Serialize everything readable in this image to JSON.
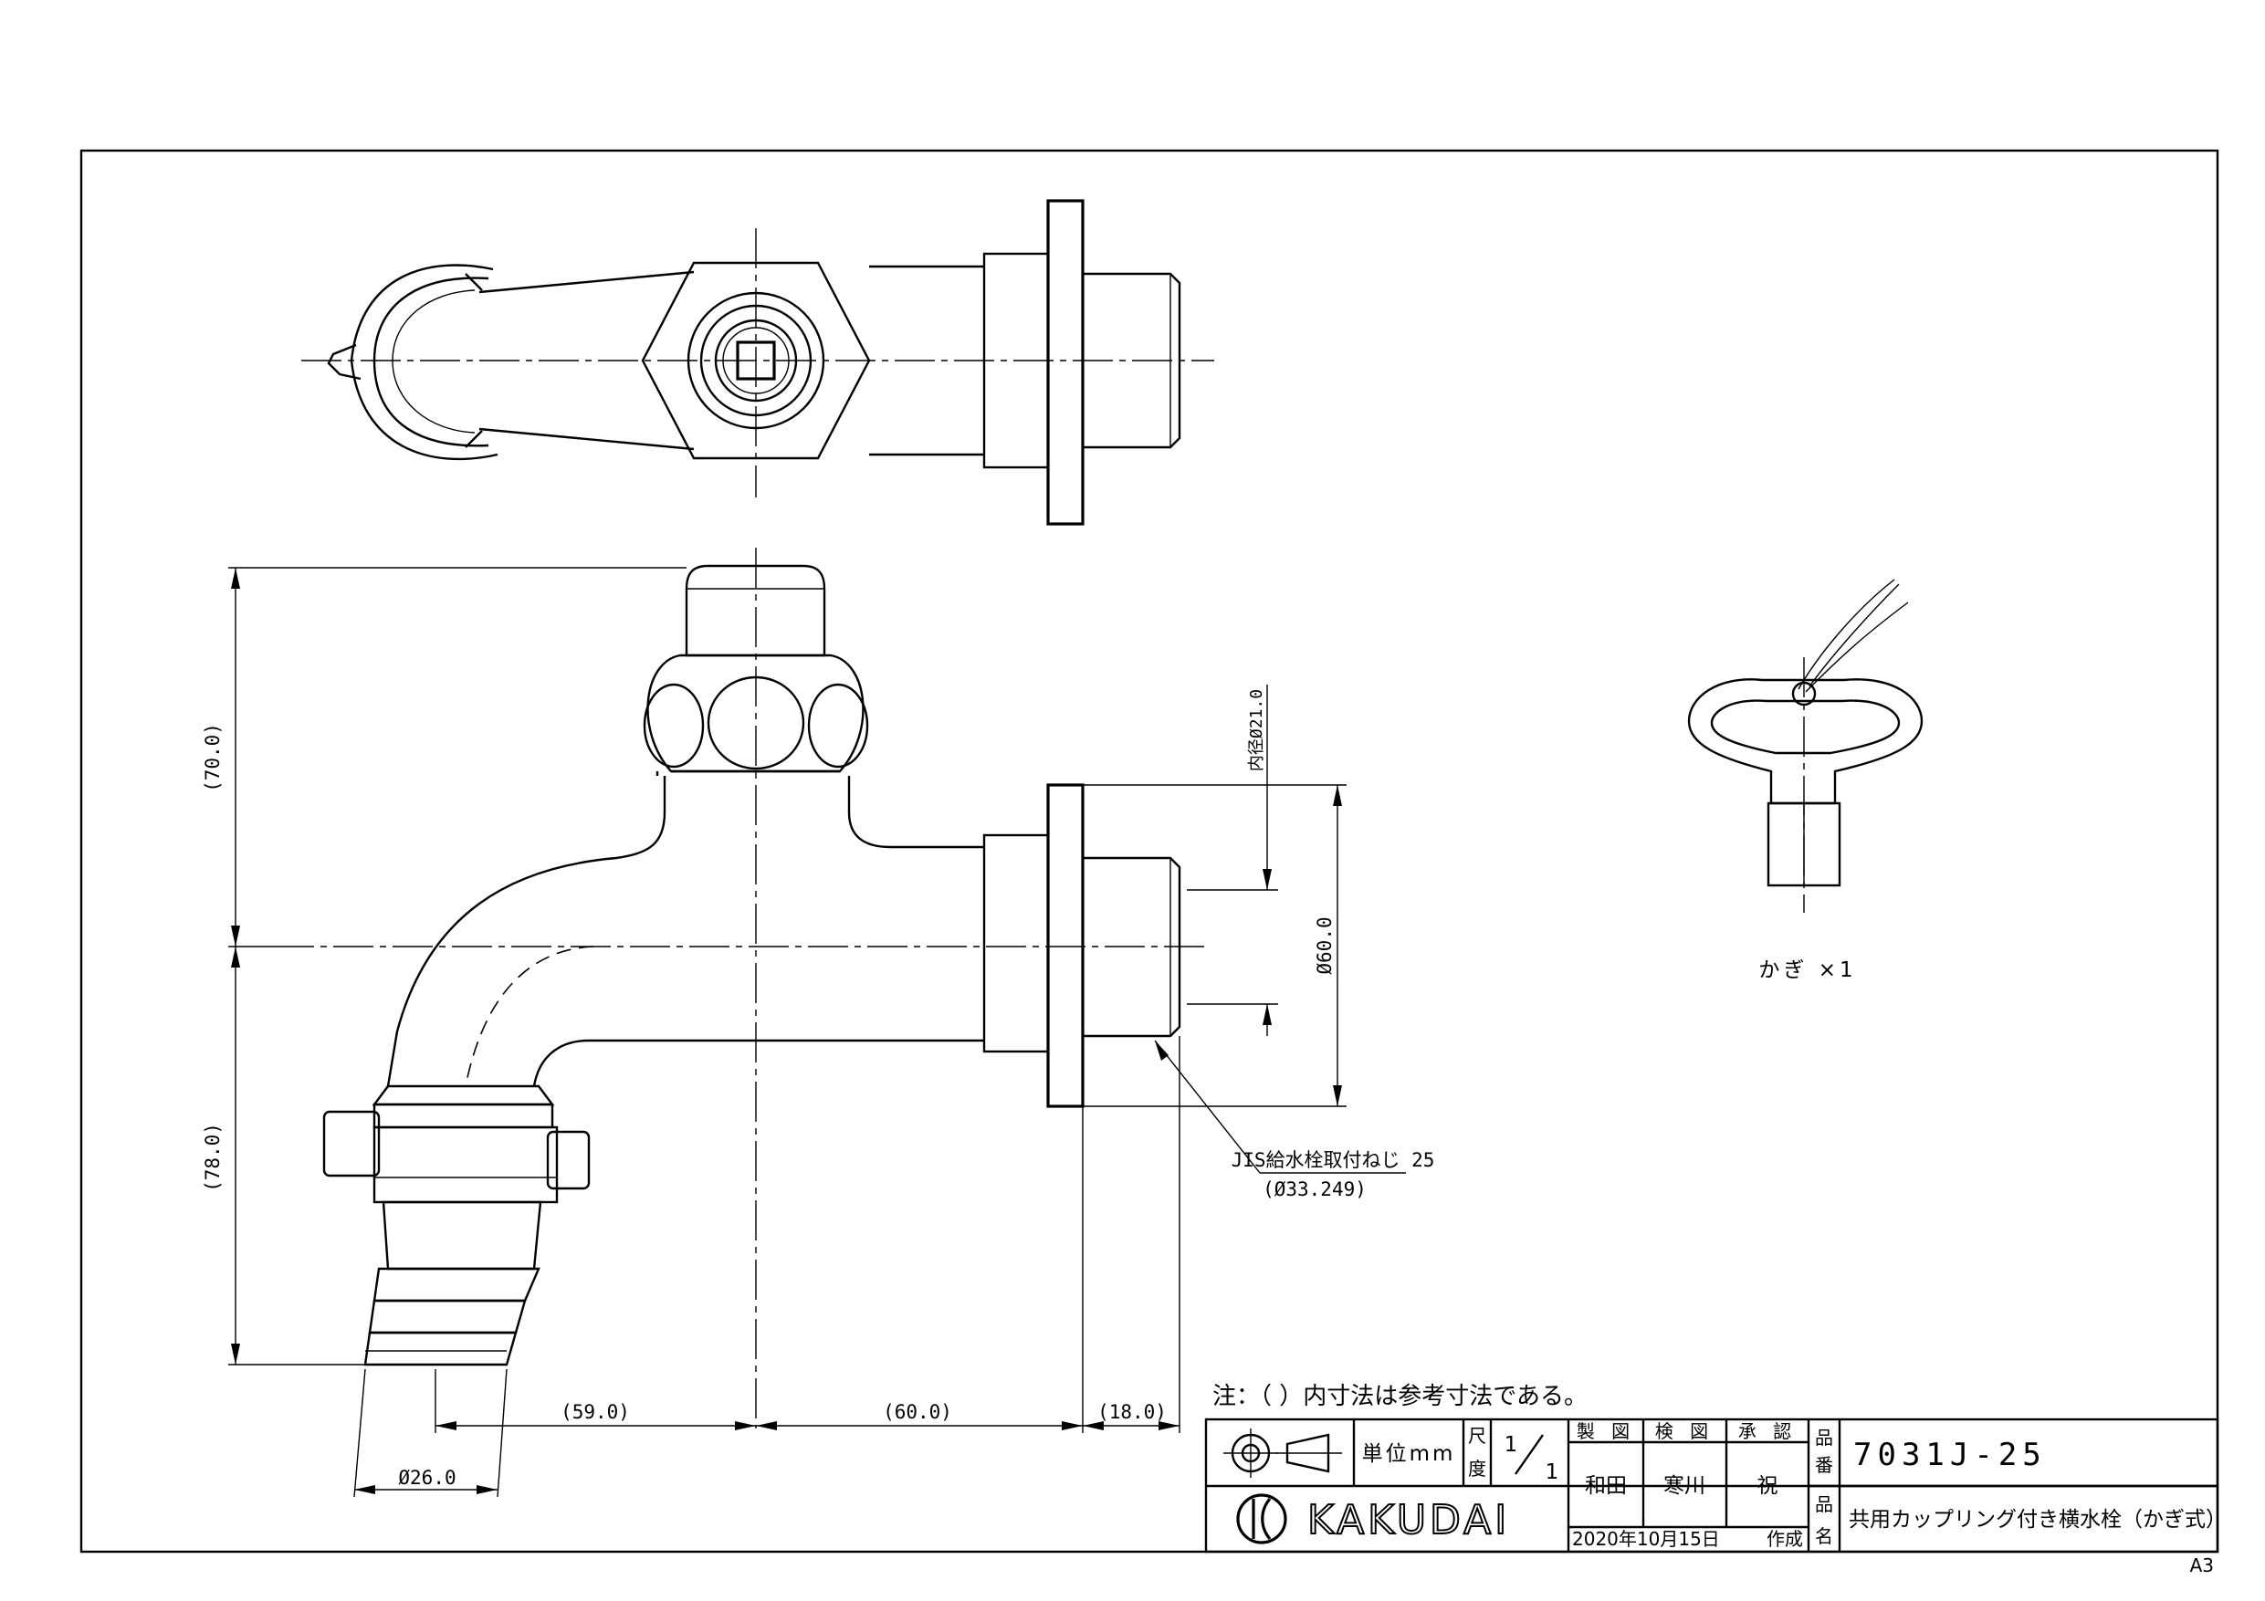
{
  "dimensions": {
    "height_upper": "(70.0)",
    "height_lower": "(78.0)",
    "inner_diameter": "内径Ø21.0",
    "outer_diameter": "Ø60.0",
    "thread_spec": "JIS給水栓取付ねじ 25",
    "thread_diameter": "(Ø33.249)",
    "horiz_left": "(59.0)",
    "horiz_mid": "(60.0)",
    "horiz_right": "(18.0)",
    "hose_diameter": "Ø26.0"
  },
  "accessory_label": "かぎ ×1",
  "note": "注：（ ）内寸法は参考寸法である。",
  "title_block": {
    "unit_label": "単位mm",
    "scale_label_1": "尺",
    "scale_label_2": "度",
    "scale_num": "1",
    "scale_den": "1",
    "drawn_label": "製 図",
    "checked_label": "検 図",
    "approved_label": "承 認",
    "drawn_by": "和田",
    "checked_by": "寒川",
    "approved_by": "祝",
    "part_no_label_1": "品",
    "part_no_label_2": "番",
    "part_no": "7031J-25",
    "part_name_label_1": "品",
    "part_name_label_2": "名",
    "part_name": "共用カップリング付き横水栓（かぎ式）",
    "company": "KAKUDAI",
    "date": "2020年10月15日",
    "created_label": "作成"
  },
  "sheet_size": "A3"
}
